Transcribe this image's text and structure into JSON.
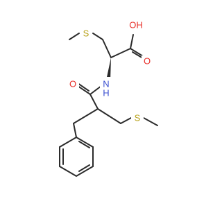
{
  "molecule": {
    "labels": {
      "s_top": "S",
      "s_bottom": "S",
      "oh": "OH",
      "o_acid": "O",
      "o_amide": "O",
      "n": "N",
      "h": "H"
    },
    "colors": {
      "bond": "#2b2b2b",
      "sulfur": "#b8a21a",
      "oxygen": "#e8302a",
      "nitrogen": "#3b4fd0",
      "background": "#ffffff"
    }
  }
}
